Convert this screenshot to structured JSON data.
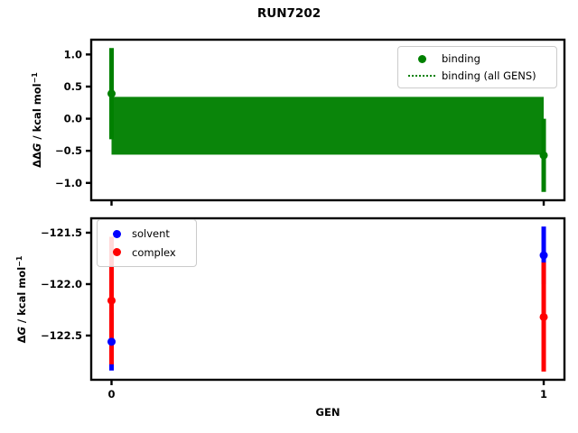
{
  "title": "RUN7202",
  "colors": {
    "binding": "#008000",
    "solvent": "#0000ff",
    "complex": "#ff0000",
    "axis": "#000000",
    "legend_border": "#cbcbcb"
  },
  "top_plot": {
    "ylabel_parts": {
      "deltas": "ΔΔ",
      "g": "G",
      "rest": " / kcal mol",
      "sup": "−1"
    },
    "legend": {
      "binding": "binding",
      "all_gens": "binding (all GENS)"
    }
  },
  "bottom_plot": {
    "ylabel_parts": {
      "deltas": "Δ",
      "g": "G",
      "rest": " / kcal mol",
      "sup": "−1"
    },
    "xlabel": "GEN",
    "legend": {
      "solvent": "solvent",
      "complex": "complex"
    }
  },
  "chart_data": [
    {
      "type": "errorbar",
      "title": "RUN7202",
      "ylabel": "ΔΔG / kcal mol−1",
      "xlabel": "",
      "x": [
        0,
        1
      ],
      "series": [
        {
          "name": "binding",
          "color": "#008000",
          "y": [
            0.39,
            -0.57
          ],
          "yerr": [
            0.71,
            0.57
          ]
        }
      ],
      "band": {
        "name": "binding (all GENS)",
        "color": "#008000",
        "style": "dotted",
        "x0": 0,
        "x1": 1,
        "ylo": -0.56,
        "yhi": 0.34,
        "center": -0.11
      },
      "xlim": [
        -0.047,
        1.048
      ],
      "ylim": [
        -1.27,
        1.23
      ],
      "yticks": [
        1.0,
        0.5,
        0.0,
        -0.5,
        -1.0
      ],
      "yticklabels": [
        "1.0",
        "0.5",
        "0.0",
        "−0.5",
        "−1.0"
      ],
      "xticks": [
        0,
        1
      ],
      "xticklabels": null,
      "grid": false,
      "legend_position": "upper right"
    },
    {
      "type": "errorbar",
      "title": "",
      "ylabel": "ΔG / kcal mol−1",
      "xlabel": "GEN",
      "x": [
        0,
        1
      ],
      "series": [
        {
          "name": "solvent",
          "color": "#0000ff",
          "y": [
            -122.56,
            -121.72
          ],
          "yerr": [
            0.28,
            0.28
          ]
        },
        {
          "name": "complex",
          "color": "#ff0000",
          "y": [
            -122.16,
            -122.32
          ],
          "yerr": [
            0.62,
            0.53
          ]
        }
      ],
      "band": null,
      "xlim": [
        -0.047,
        1.048
      ],
      "ylim": [
        -122.93,
        -121.36
      ],
      "yticks": [
        -121.5,
        -122.0,
        -122.5
      ],
      "yticklabels": [
        "−121.5",
        "−122.0",
        "−122.5"
      ],
      "xticks": [
        0,
        1
      ],
      "xticklabels": [
        "0",
        "1"
      ],
      "grid": false,
      "legend_position": "upper left"
    }
  ]
}
